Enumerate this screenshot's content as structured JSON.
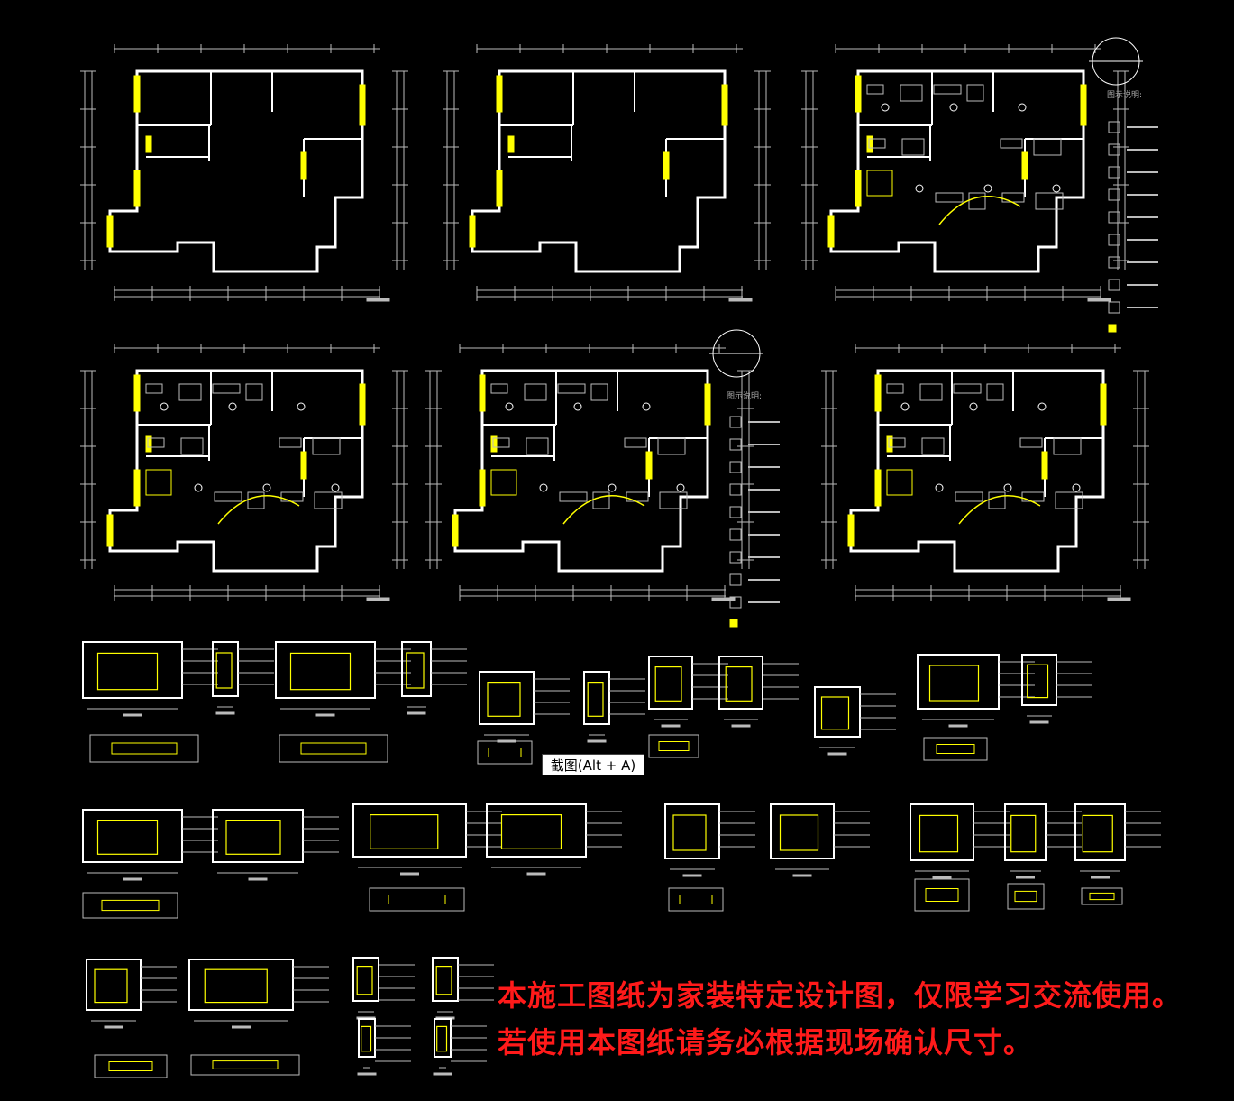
{
  "tooltip": {
    "label": "截图(Alt + A)"
  },
  "notice": {
    "line1": "本施工图纸为家装特定设计图，仅限学习交流使用。",
    "line2": "若使用本图纸请务必根据现场确认尺寸。"
  },
  "legend": {
    "title": "图示说明:"
  },
  "colors": {
    "background": "#000000",
    "wall": "#ffffff",
    "window": "#ffff00",
    "line": "#bbbbbb",
    "notice": "#ff1a1a"
  }
}
